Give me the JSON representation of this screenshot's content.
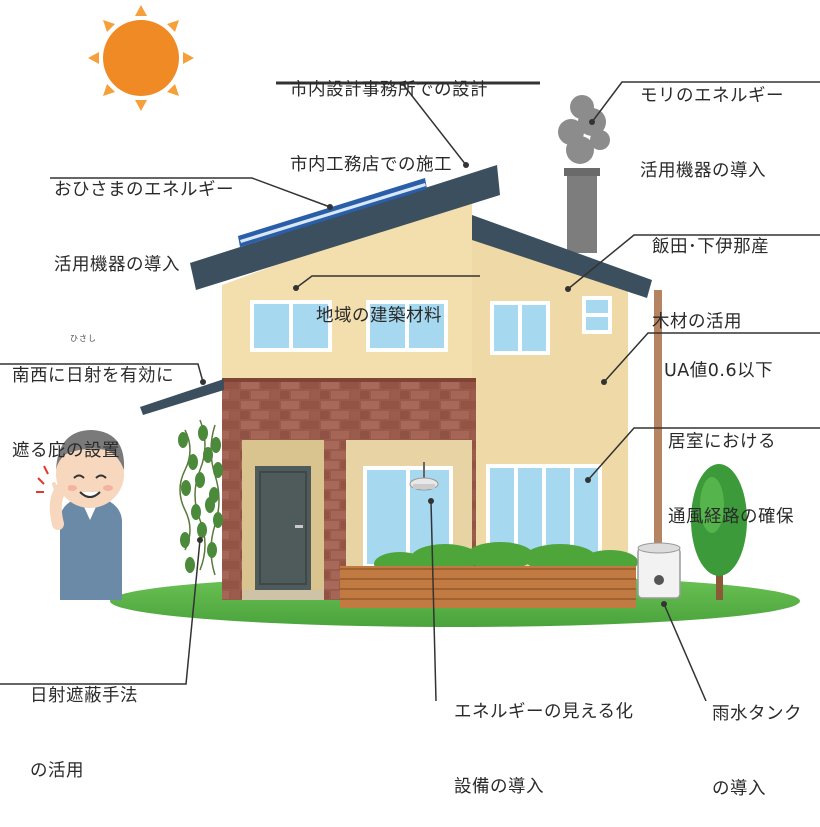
{
  "labels": {
    "design": [
      "市内設計事務所での設計",
      "市内工務店での施工"
    ],
    "biomass": [
      "モリのエネルギー",
      "活用機器の導入"
    ],
    "solar": [
      "おひさまのエネルギー",
      "活用機器の導入"
    ],
    "wood": [
      "飯田･下伊那産",
      "木材の活用"
    ],
    "local_material": "地域の建築材料",
    "eaves": [
      "南西に日射を有効に",
      "遮る庇の設置"
    ],
    "eaves_ruby": "ひさし",
    "ua_value": "UA値0.6以下",
    "ventilation": [
      "居室における",
      "通風経路の確保"
    ],
    "shading": [
      "日射遮蔽手法",
      "の活用"
    ],
    "visible_energy": [
      "エネルギーの見える化",
      "設備の導入"
    ],
    "rain_tank": [
      "雨水タンク",
      "の導入"
    ]
  },
  "colors": {
    "sun": "#f08a24",
    "roof": "#3b4f5e",
    "wall": "#efd9a6",
    "brick": "#9a5a4a",
    "window": "#a6d8ef",
    "grass": "#5cb54a",
    "deck": "#c0763e",
    "chimney": "#7d7d7d"
  }
}
